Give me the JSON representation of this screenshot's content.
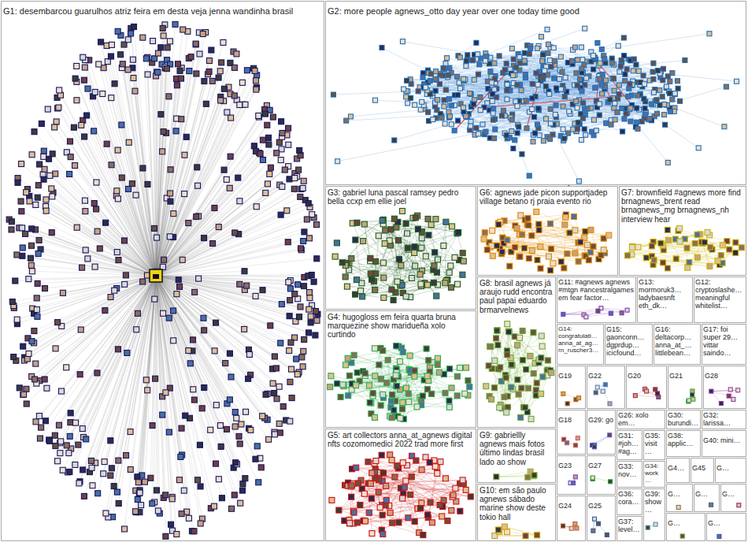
{
  "diagram": {
    "nodes": [
      {
        "text": [
          "G1: desembarcou guarulhos atriz feira em desta veja jenna wandinha brasil"
        ]
      },
      {
        "text": [
          "G2: more people agnews_otto day year over one today time good"
        ]
      },
      {
        "text": [
          "G3: gabriel luna pascal ramsey pedro bella ccxp em ellie joel"
        ]
      },
      {
        "text": [
          "G6: agnews jade picon supportjadep village betano rj praia evento rio"
        ]
      },
      {
        "text": [
          "G7: brownfield #agnews more find brnagnews_brent read brnagnews_mg brnagnews_nh interview hear"
        ]
      },
      {
        "text": [
          "G4: hugogloss em feira quarta bruna marquezine show maridueña xolo curtindo"
        ]
      },
      {
        "text": [
          "G8: brasil agnews já araujo rudd encontra paul papai eduardo brmarvelnews"
        ]
      },
      {
        "text": [
          "G11: #agnews agnews #mtgn #ancestralgames em fear factor…"
        ]
      },
      {
        "text": [
          "G13: mormoruk3… ladybaesnft eth_dk…"
        ]
      },
      {
        "text": [
          "G12: cryptoslashe… meaningful whitelist…"
        ]
      },
      {
        "text": [
          "G14: congratulati… anna_at_ag… rn_ruscher3…"
        ]
      },
      {
        "text": [
          "G15: gaonconn… dgprdup… icicfound…"
        ]
      },
      {
        "text": [
          "G16: deltacorp… anna_at_… littlebean…"
        ]
      },
      {
        "text": [
          "G17: foi super 29… vittar saindo…"
        ]
      },
      {
        "text": [
          "G19"
        ]
      },
      {
        "text": [
          "G22"
        ]
      },
      {
        "text": [
          "G20"
        ]
      },
      {
        "text": [
          "G21"
        ]
      },
      {
        "text": [
          "G28"
        ]
      },
      {
        "text": [
          "G5: art collectors anna_at_agnews digital nfts cozomomedici 2022 trad more first"
        ]
      },
      {
        "text": [
          "G9: gabriellly agnews mais fotos último lindas brasil lado ao show"
        ]
      },
      {
        "text": [
          "G18"
        ]
      },
      {
        "text": [
          "G29: go"
        ]
      },
      {
        "text": [
          "G26: xolo em…"
        ]
      },
      {
        "text": [
          "G30: burundi…"
        ]
      },
      {
        "text": [
          "G32: larissa…"
        ]
      },
      {
        "text": [
          "G31: #joh… #ag…"
        ]
      },
      {
        "text": [
          "G35: visit…"
        ]
      },
      {
        "text": [
          "G38: applic…"
        ]
      },
      {
        "text": [
          "G40: mini…"
        ]
      },
      {
        "text": [
          "G10: em são paulo agnews sábado marine show deste tokio hall"
        ]
      },
      {
        "text": [
          "G23"
        ]
      },
      {
        "text": [
          "G27"
        ]
      },
      {
        "text": [
          "G33: nov…"
        ]
      },
      {
        "text": [
          "G34: work…"
        ]
      },
      {
        "text": [
          "G4…"
        ]
      },
      {
        "text": [
          "G45"
        ]
      },
      {
        "text": [
          "G…"
        ]
      },
      {
        "text": [
          "G24"
        ]
      },
      {
        "text": [
          "G25"
        ]
      },
      {
        "text": [
          "G36: cora…"
        ]
      },
      {
        "text": [
          "G37: level…"
        ]
      },
      {
        "text": [
          "G39: show…"
        ]
      },
      {
        "text": [
          "G…"
        ]
      },
      {
        "text": [
          "G…"
        ]
      },
      {
        "text": [
          "G…"
        ]
      },
      {
        "text": [
          "G…"
        ]
      },
      {
        "text": [
          "G…"
        ]
      }
    ],
    "edges": [
      {
        "from": 1,
        "to": 3,
        "arrow": "none"
      }
    ]
  }
}
